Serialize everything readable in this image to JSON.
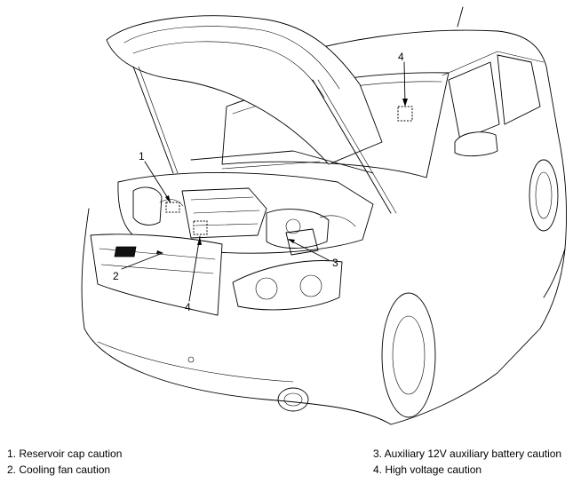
{
  "callouts": {
    "c1": "1",
    "c2": "2",
    "c3": "3",
    "c4a": "4",
    "c4b": "4"
  },
  "legend": [
    {
      "text": "1. Reservoir cap caution"
    },
    {
      "text": "2. Cooling fan caution"
    },
    {
      "text": "3. Auxiliary 12V auxiliary battery caution"
    },
    {
      "text": "4. High voltage caution"
    }
  ]
}
